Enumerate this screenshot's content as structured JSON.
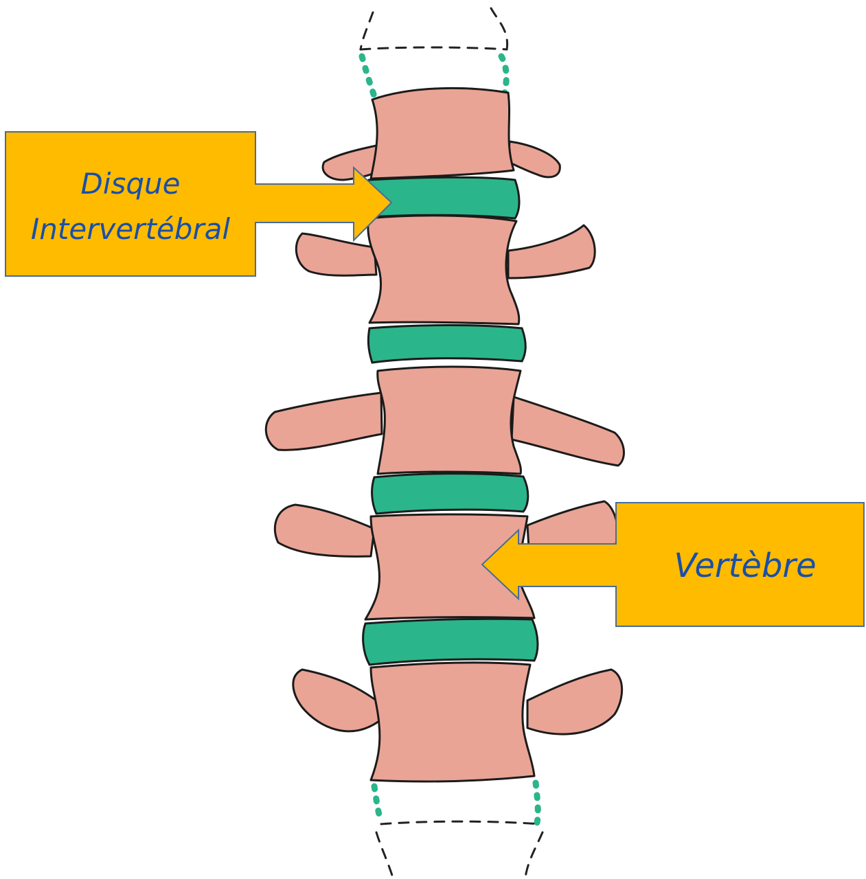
{
  "labels": {
    "disc_line1": "Disque",
    "disc_line2": "Intervertébral",
    "vertebra": "Vertèbre"
  },
  "colors": {
    "bone": "#e9a495",
    "bone_shade": "#e0917f",
    "disc": "#2bb58a",
    "disc_shade": "#1f9a72",
    "outline": "#1b1b1b",
    "callout_fill": "#ffbb00",
    "callout_border": "#4a6b9a",
    "label_text": "#1a4fa8"
  }
}
